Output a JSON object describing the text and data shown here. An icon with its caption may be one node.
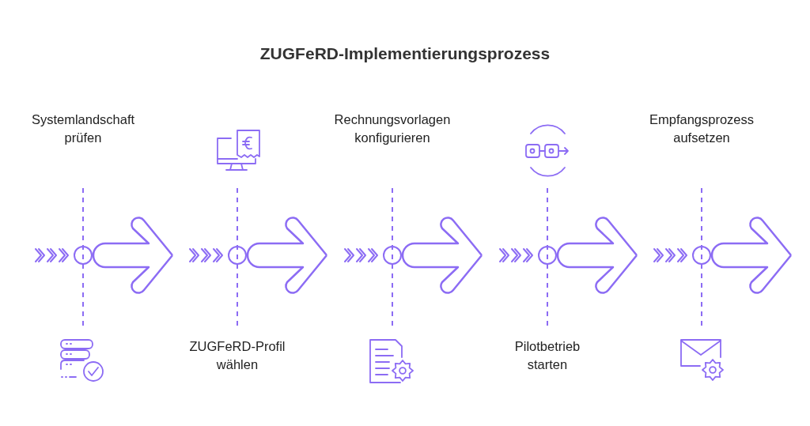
{
  "diagram": {
    "title": "ZUGFeRD-Implementierungsprozess",
    "nodes": [
      {
        "text": [
          "Systemlandschaft prüfen"
        ]
      },
      {
        "text": [
          "ZUGFeRD-Profil wählen"
        ]
      },
      {
        "text": [
          "Rechnungsvorlagen konfigurieren"
        ]
      },
      {
        "text": [
          "Pilotbetrieb starten"
        ]
      },
      {
        "text": [
          "Empfangsprozess aufsetzen"
        ]
      },
      {
        "text": [],
        "shape": "circle"
      },
      {
        "text": [],
        "shape": "circle"
      },
      {
        "text": [],
        "shape": "circle"
      },
      {
        "text": [],
        "shape": "circle"
      },
      {
        "text": [],
        "shape": "circle"
      }
    ]
  }
}
